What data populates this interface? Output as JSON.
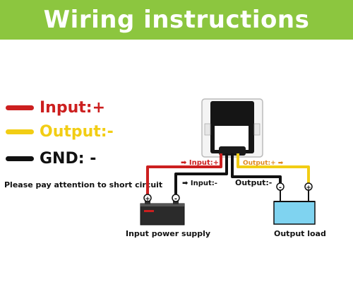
{
  "header": {
    "title": "Wiring instructions"
  },
  "legend": [
    {
      "label": "Input:+",
      "color": "#cc1f1f"
    },
    {
      "label": "Output:-",
      "color": "#f2cd14"
    },
    {
      "label": "GND: -",
      "color": "#111111"
    }
  ],
  "note": "Please pay attention to short circuit",
  "wires": {
    "input_plus": "➡ Input:+",
    "input_minus": "➡ Input:-",
    "output_plus": "Output:+ ➡",
    "output_minus": "Output:-"
  },
  "terminals": {
    "plus": "+",
    "minus": "-"
  },
  "captions": {
    "input_source": "Input power supply",
    "output_load": "Output load"
  },
  "colors": {
    "banner": "#8cc63f",
    "red_wire": "#cc1f1f",
    "yellow_wire": "#f2cd14",
    "black_wire": "#111111",
    "load_fill": "#7fd3f0",
    "battery_fill": "#2b2b2b"
  }
}
